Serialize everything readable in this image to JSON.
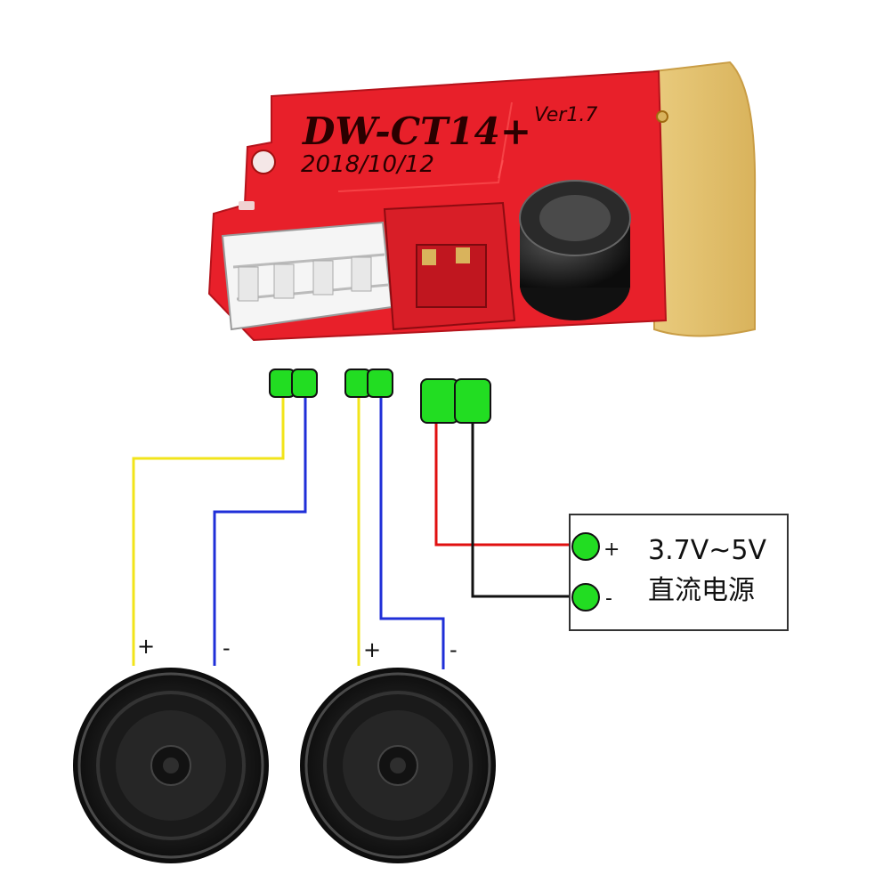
{
  "board": {
    "model": "DW-CT14+",
    "version": "Ver1.7",
    "date": "2018/10/12"
  },
  "power_supply": {
    "voltage": "3.7V~5V",
    "type": "直流电源",
    "plus_symbol": "+",
    "minus_symbol": "-"
  },
  "speakers": [
    {
      "plus_symbol": "+",
      "minus_symbol": "-"
    },
    {
      "plus_symbol": "+",
      "minus_symbol": "-"
    }
  ],
  "colors": {
    "pcb": "#e8202a",
    "connector_green": "#22dd22",
    "wire_yellow": "#f2e41a",
    "wire_blue": "#1f2fd8",
    "wire_red": "#e01010",
    "wire_black": "#111111"
  }
}
